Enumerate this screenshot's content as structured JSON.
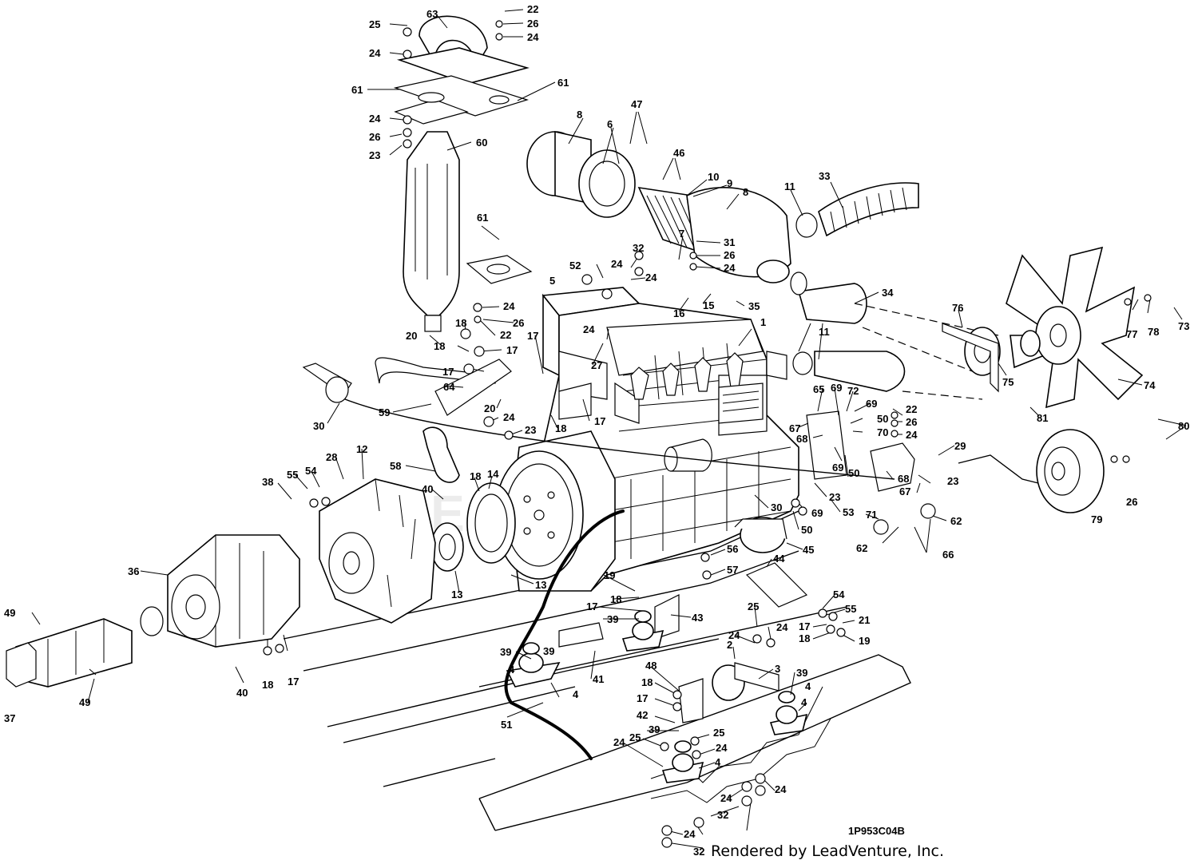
{
  "diagram": {
    "drawing_code": "1P953C04B",
    "footer_credit": "Rendered by LeadVenture, Inc.",
    "watermark": "LEADVENTURE",
    "callouts": [
      {
        "id": "c-25-top",
        "text": "25"
      },
      {
        "id": "c-63",
        "text": "63"
      },
      {
        "id": "c-22-top",
        "text": "22"
      },
      {
        "id": "c-26-top",
        "text": "26"
      },
      {
        "id": "c-24-top",
        "text": "24"
      },
      {
        "id": "c-24-a",
        "text": "24"
      },
      {
        "id": "c-61-a",
        "text": "61"
      },
      {
        "id": "c-61-b",
        "text": "61"
      },
      {
        "id": "c-24-b",
        "text": "24"
      },
      {
        "id": "c-26-a",
        "text": "26"
      },
      {
        "id": "c-23-a",
        "text": "23"
      },
      {
        "id": "c-60",
        "text": "60"
      },
      {
        "id": "c-8-a",
        "text": "8"
      },
      {
        "id": "c-6",
        "text": "6"
      },
      {
        "id": "c-47",
        "text": "47"
      },
      {
        "id": "c-46",
        "text": "46"
      },
      {
        "id": "c-10",
        "text": "10"
      },
      {
        "id": "c-9",
        "text": "9"
      },
      {
        "id": "c-8-b",
        "text": "8"
      },
      {
        "id": "c-11-a",
        "text": "11"
      },
      {
        "id": "c-33",
        "text": "33"
      },
      {
        "id": "c-61-c",
        "text": "61"
      },
      {
        "id": "c-32-a",
        "text": "32"
      },
      {
        "id": "c-7",
        "text": "7"
      },
      {
        "id": "c-31",
        "text": "31"
      },
      {
        "id": "c-26-b",
        "text": "26"
      },
      {
        "id": "c-24-c",
        "text": "24"
      },
      {
        "id": "c-52",
        "text": "52"
      },
      {
        "id": "c-24-d",
        "text": "24"
      },
      {
        "id": "c-24-e",
        "text": "24"
      },
      {
        "id": "c-5",
        "text": "5"
      },
      {
        "id": "c-15",
        "text": "15"
      },
      {
        "id": "c-35",
        "text": "35"
      },
      {
        "id": "c-16",
        "text": "16"
      },
      {
        "id": "c-34",
        "text": "34"
      },
      {
        "id": "c-24-f",
        "text": "24"
      },
      {
        "id": "c-26-c",
        "text": "26"
      },
      {
        "id": "c-22-a",
        "text": "22"
      },
      {
        "id": "c-1",
        "text": "1"
      },
      {
        "id": "c-24-g",
        "text": "24"
      },
      {
        "id": "c-27",
        "text": "27"
      },
      {
        "id": "c-18-a",
        "text": "18"
      },
      {
        "id": "c-20-a",
        "text": "20"
      },
      {
        "id": "c-17-a",
        "text": "17"
      },
      {
        "id": "c-18-b",
        "text": "18"
      },
      {
        "id": "c-17-b",
        "text": "17"
      },
      {
        "id": "c-17-c",
        "text": "17"
      },
      {
        "id": "c-11-b",
        "text": "11"
      },
      {
        "id": "c-76",
        "text": "76"
      },
      {
        "id": "c-77",
        "text": "77"
      },
      {
        "id": "c-78",
        "text": "78"
      },
      {
        "id": "c-73",
        "text": "73"
      },
      {
        "id": "c-75",
        "text": "75"
      },
      {
        "id": "c-74",
        "text": "74"
      },
      {
        "id": "c-81",
        "text": "81"
      },
      {
        "id": "c-30-a",
        "text": "30"
      },
      {
        "id": "c-59",
        "text": "59"
      },
      {
        "id": "c-64",
        "text": "64"
      },
      {
        "id": "c-20-b",
        "text": "20"
      },
      {
        "id": "c-18-c",
        "text": "18"
      },
      {
        "id": "c-17-d",
        "text": "17"
      },
      {
        "id": "c-24-h",
        "text": "24"
      },
      {
        "id": "c-23-b",
        "text": "23"
      },
      {
        "id": "c-65",
        "text": "65"
      },
      {
        "id": "c-69-a",
        "text": "69"
      },
      {
        "id": "c-72",
        "text": "72"
      },
      {
        "id": "c-69-b",
        "text": "69"
      },
      {
        "id": "c-22-b",
        "text": "22"
      },
      {
        "id": "c-50-a",
        "text": "50"
      },
      {
        "id": "c-26-d",
        "text": "26"
      },
      {
        "id": "c-67-a",
        "text": "67"
      },
      {
        "id": "c-68-a",
        "text": "68"
      },
      {
        "id": "c-70",
        "text": "70"
      },
      {
        "id": "c-24-i",
        "text": "24"
      },
      {
        "id": "c-29",
        "text": "29"
      },
      {
        "id": "c-80",
        "text": "80"
      },
      {
        "id": "c-69-c",
        "text": "69"
      },
      {
        "id": "c-50-b",
        "text": "50"
      },
      {
        "id": "c-23-c",
        "text": "23"
      },
      {
        "id": "c-67-b",
        "text": "67"
      },
      {
        "id": "c-68-b",
        "text": "68"
      },
      {
        "id": "c-30-b",
        "text": "30"
      },
      {
        "id": "c-23-d",
        "text": "23"
      },
      {
        "id": "c-69-d",
        "text": "69"
      },
      {
        "id": "c-53",
        "text": "53"
      },
      {
        "id": "c-71",
        "text": "71"
      },
      {
        "id": "c-62-a",
        "text": "62"
      },
      {
        "id": "c-26-e",
        "text": "26"
      },
      {
        "id": "c-79",
        "text": "79"
      },
      {
        "id": "c-50-c",
        "text": "50"
      },
      {
        "id": "c-62-b",
        "text": "62"
      },
      {
        "id": "c-66",
        "text": "66"
      },
      {
        "id": "c-45",
        "text": "45"
      },
      {
        "id": "c-12",
        "text": "12"
      },
      {
        "id": "c-28",
        "text": "28"
      },
      {
        "id": "c-54-a",
        "text": "54"
      },
      {
        "id": "c-55-a",
        "text": "55"
      },
      {
        "id": "c-38",
        "text": "38"
      },
      {
        "id": "c-58",
        "text": "58"
      },
      {
        "id": "c-18-d",
        "text": "18"
      },
      {
        "id": "c-14",
        "text": "14"
      },
      {
        "id": "c-40-a",
        "text": "40"
      },
      {
        "id": "c-36",
        "text": "36"
      },
      {
        "id": "c-13-a",
        "text": "13"
      },
      {
        "id": "c-13-b",
        "text": "13"
      },
      {
        "id": "c-56",
        "text": "56"
      },
      {
        "id": "c-57",
        "text": "57"
      },
      {
        "id": "c-44",
        "text": "44"
      },
      {
        "id": "c-19-a",
        "text": "19"
      },
      {
        "id": "c-18-e",
        "text": "18"
      },
      {
        "id": "c-17-e",
        "text": "17"
      },
      {
        "id": "c-39-a",
        "text": "39"
      },
      {
        "id": "c-43",
        "text": "43"
      },
      {
        "id": "c-25-a",
        "text": "25"
      },
      {
        "id": "c-24-j",
        "text": "24"
      },
      {
        "id": "c-24-k",
        "text": "24"
      },
      {
        "id": "c-54-b",
        "text": "54"
      },
      {
        "id": "c-55-b",
        "text": "55"
      },
      {
        "id": "c-17-f",
        "text": "17"
      },
      {
        "id": "c-21",
        "text": "21"
      },
      {
        "id": "c-18-f",
        "text": "18"
      },
      {
        "id": "c-19-b",
        "text": "19"
      },
      {
        "id": "c-49-a",
        "text": "49"
      },
      {
        "id": "c-2",
        "text": "2"
      },
      {
        "id": "c-3",
        "text": "3"
      },
      {
        "id": "c-39-b",
        "text": "39"
      },
      {
        "id": "c-4-a",
        "text": "4"
      },
      {
        "id": "c-41",
        "text": "41"
      },
      {
        "id": "c-48",
        "text": "48"
      },
      {
        "id": "c-39-c",
        "text": "39"
      },
      {
        "id": "c-40-b",
        "text": "40"
      },
      {
        "id": "c-18-g",
        "text": "18"
      },
      {
        "id": "c-17-g",
        "text": "17"
      },
      {
        "id": "c-4-b",
        "text": "4"
      },
      {
        "id": "c-18-h",
        "text": "18"
      },
      {
        "id": "c-17-h",
        "text": "17"
      },
      {
        "id": "c-37",
        "text": "37"
      },
      {
        "id": "c-49-b",
        "text": "49"
      },
      {
        "id": "c-4-c",
        "text": "4"
      },
      {
        "id": "c-42",
        "text": "42"
      },
      {
        "id": "c-51",
        "text": "51"
      },
      {
        "id": "c-39-d",
        "text": "39"
      },
      {
        "id": "c-25-b",
        "text": "25"
      },
      {
        "id": "c-25-c",
        "text": "25"
      },
      {
        "id": "c-24-l",
        "text": "24"
      },
      {
        "id": "c-24-m",
        "text": "24"
      },
      {
        "id": "c-4-d",
        "text": "4"
      },
      {
        "id": "c-24-n",
        "text": "24"
      },
      {
        "id": "c-24-o",
        "text": "24"
      },
      {
        "id": "c-32-b",
        "text": "32"
      },
      {
        "id": "c-24-p",
        "text": "24"
      },
      {
        "id": "c-32-c",
        "text": "32"
      },
      {
        "id": "c-39-e",
        "text": "39"
      },
      {
        "id": "c-4-e",
        "text": "4"
      }
    ]
  }
}
